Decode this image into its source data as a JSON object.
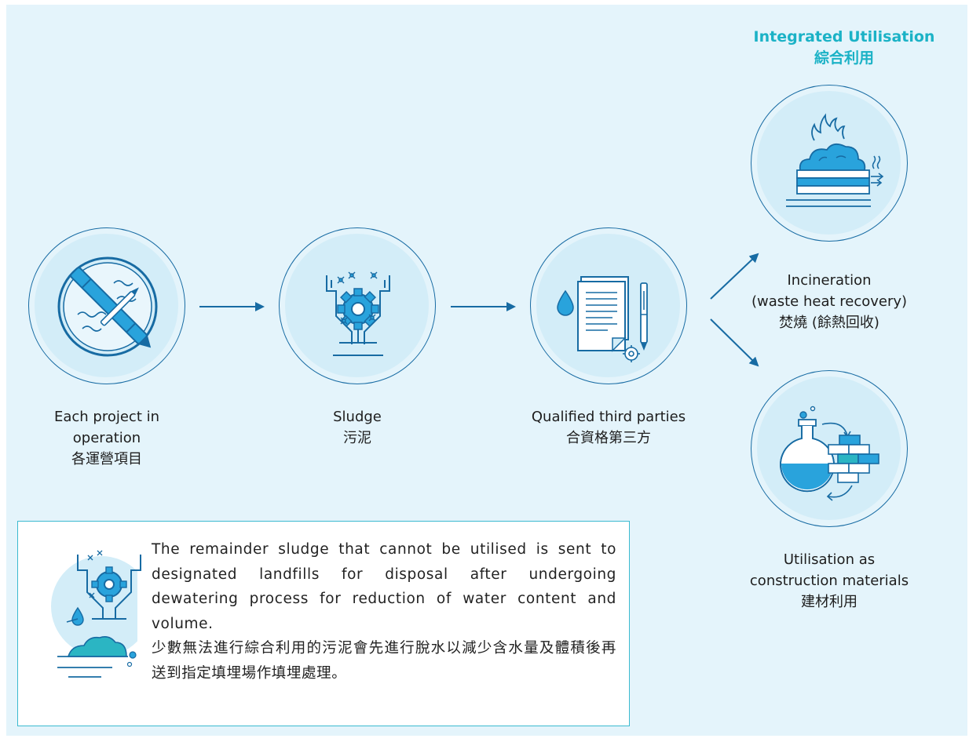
{
  "heading": {
    "title_en": "Integrated Utilisation",
    "title_zh": "綜合利用"
  },
  "nodes": [
    {
      "id": "project",
      "icon": "prohibited-discharge-icon",
      "label_en_1": "Each project in",
      "label_en_2": "operation",
      "label_zh": "各運營項目"
    },
    {
      "id": "sludge",
      "icon": "sludge-processing-icon",
      "label_en": "Sludge",
      "label_zh": "污泥"
    },
    {
      "id": "third-party",
      "icon": "document-contract-icon",
      "label_en": "Qualified third parties",
      "label_zh": "合資格第三方"
    },
    {
      "id": "incineration",
      "icon": "incineration-icon",
      "label_en_1": "Incineration",
      "label_en_2": "(waste heat recovery)",
      "label_zh": "焚燒 (餘熱回收)"
    },
    {
      "id": "construction",
      "icon": "construction-materials-icon",
      "label_en_1": "Utilisation as",
      "label_en_2": "construction materials",
      "label_zh": "建材利用"
    }
  ],
  "note": {
    "icon": "landfill-icon",
    "text_en": "The remainder sludge that cannot be utilised is sent to designated landfills for disposal after undergoing dewatering process for reduction of water content and volume.",
    "text_zh": "少數無法進行綜合利用的污泥會先進行脫水以減少含水量及體積後再送到指定填埋場作填埋處理。"
  },
  "colors": {
    "background": "#e4f4fb",
    "circle_fill": "#d3edf8",
    "line": "#176ba3",
    "accent": "#1bb2c6",
    "water": "#29a3dc"
  }
}
